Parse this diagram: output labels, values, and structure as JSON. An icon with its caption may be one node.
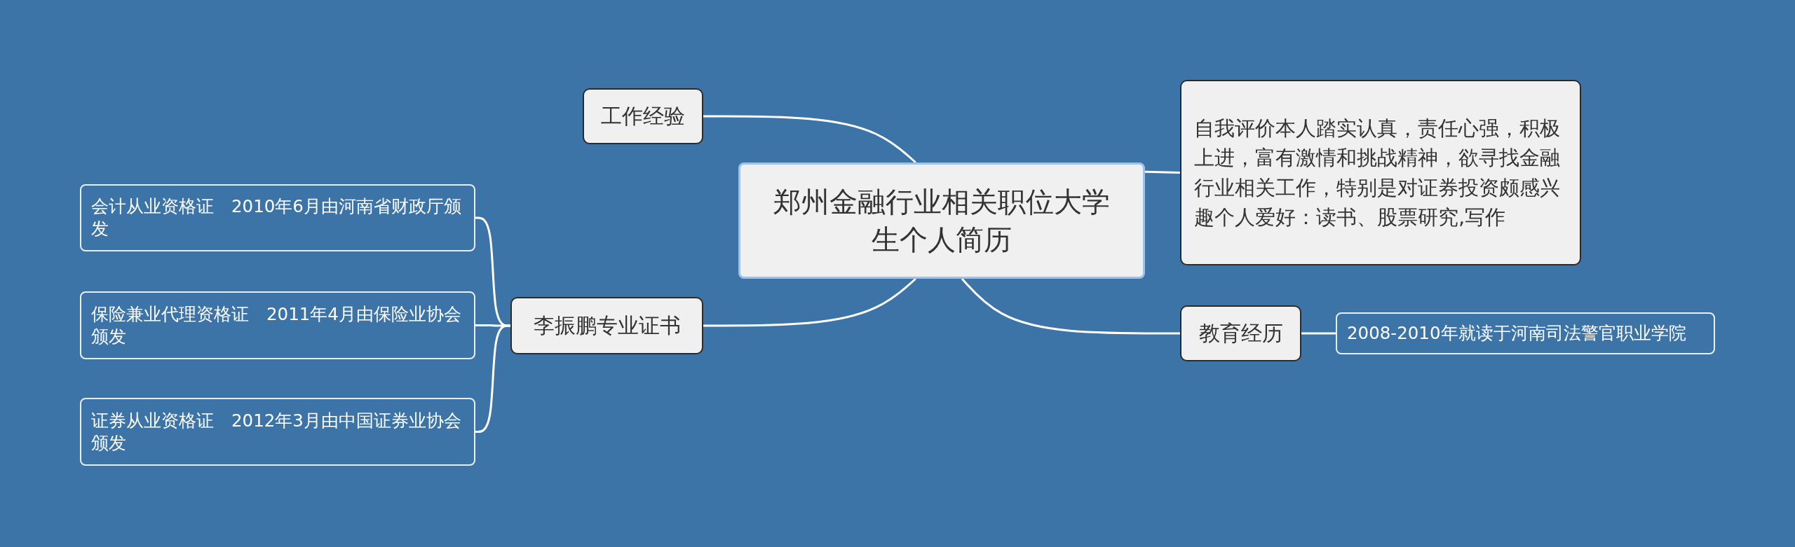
{
  "diagram": {
    "nodes": [
      {
        "text": [
          "郑州金融行业相关职位大学生个人简历"
        ]
      },
      {
        "text": [
          "工作经验"
        ]
      },
      {
        "text": [
          "自我评价本人踏实认真，责任心强，积极上进，富有激情和挑战精神，欲寻找金融行业相关工作，特别是对证券投资颇感兴趣个人爱好：读书、股票研究,写作"
        ]
      },
      {
        "text": [
          "李振鹏专业证书"
        ]
      },
      {
        "text": [
          "会计从业资格证　2010年6月由河南省财政厅颁发"
        ]
      },
      {
        "text": [
          "保险兼业代理资格证　2011年4月由保险业协会颁发"
        ]
      },
      {
        "text": [
          "证券从业资格证　2012年3月由中国证券业协会颁发"
        ]
      },
      {
        "text": [
          "教育经历"
        ]
      },
      {
        "text": [
          "2008-2010年就读于河南司法警官职业学院"
        ]
      }
    ],
    "edges": [
      {
        "from": 0,
        "to": 1,
        "arrow": "none"
      },
      {
        "from": 0,
        "to": 2,
        "arrow": "none"
      },
      {
        "from": 0,
        "to": 3,
        "arrow": "none"
      },
      {
        "from": 0,
        "to": 7,
        "arrow": "none"
      },
      {
        "from": 3,
        "to": 4,
        "arrow": "none"
      },
      {
        "from": 3,
        "to": 5,
        "arrow": "none"
      },
      {
        "from": 3,
        "to": 6,
        "arrow": "none"
      },
      {
        "from": 7,
        "to": 8,
        "arrow": "none"
      }
    ]
  }
}
